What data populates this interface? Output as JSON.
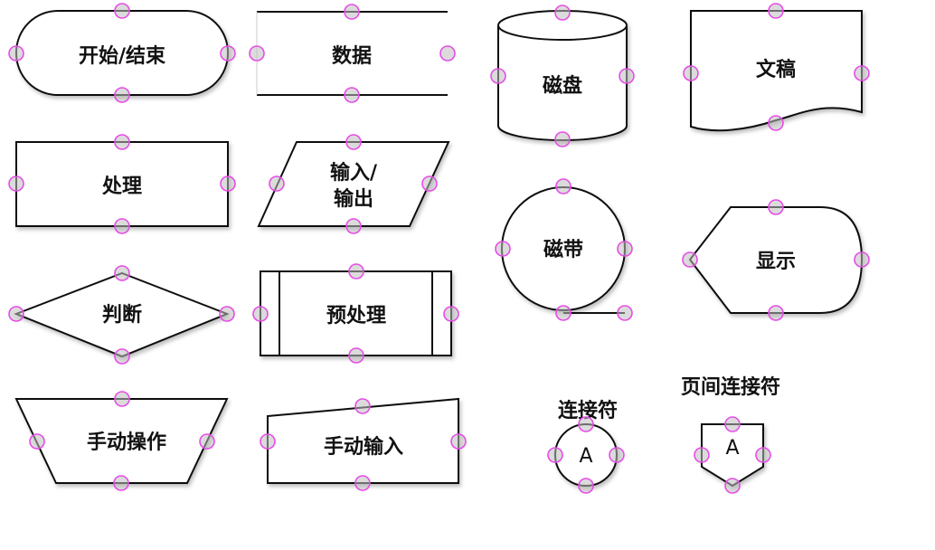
{
  "palette": {
    "stroke": "#111111",
    "fill": "#ffffff",
    "connector_point": "#e64ce6",
    "connector_fill": "#bebebe"
  },
  "symbols": {
    "terminator": "开始/结束",
    "data": "数据",
    "disk": "磁盘",
    "document": "文稿",
    "process": "处理",
    "io_line1": "输入/",
    "io_line2": "输出",
    "tape": "磁带",
    "display": "显示",
    "decision": "判断",
    "predefined": "预处理",
    "manual_operation": "手动操作",
    "manual_input": "手动输入",
    "connector_title": "连接符",
    "connector_letter": "A",
    "offpage_title": "页间连接符",
    "offpage_letter": "A"
  }
}
